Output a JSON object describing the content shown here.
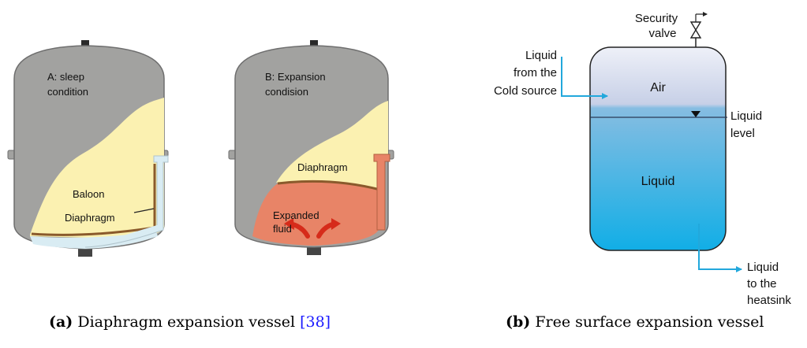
{
  "colors": {
    "shell": "#a2a2a0",
    "shell_edge": "#6e6e6e",
    "gas_fill": "#fbf1b1",
    "diaphragm": "#8a5a2c",
    "water": "#d9ecf3",
    "expanded_fluid": "#e88467",
    "arrow_red": "#d62b1a",
    "tank_outline": "#222222",
    "pipe_blue": "#22a8dc"
  },
  "vessel_a": {
    "label_line1": "A: sleep",
    "label_line2": "condition",
    "balloon": "Baloon",
    "diaphragm": "Diaphragm"
  },
  "vessel_b": {
    "label_line1": "B: Expansion",
    "label_line2": "condision",
    "diaphragm": "Diaphragm",
    "fluid_line1": "Expanded",
    "fluid_line2": "fluid"
  },
  "tank": {
    "valve_line1": "Security",
    "valve_line2": "valve",
    "inlet_line1": "Liquid",
    "inlet_line2": "from the",
    "inlet_line3": "Cold source",
    "air": "Air",
    "level_line1": "Liquid",
    "level_line2": "level",
    "liquid": "Liquid",
    "outlet_line1": "Liquid",
    "outlet_line2": "to the",
    "outlet_line3": "heatsink"
  },
  "captions": {
    "a_label": "(a)",
    "a_text": "Diaphragm expansion vessel",
    "a_ref": "[38]",
    "b_label": "(b)",
    "b_text": "Free surface expansion vessel"
  }
}
